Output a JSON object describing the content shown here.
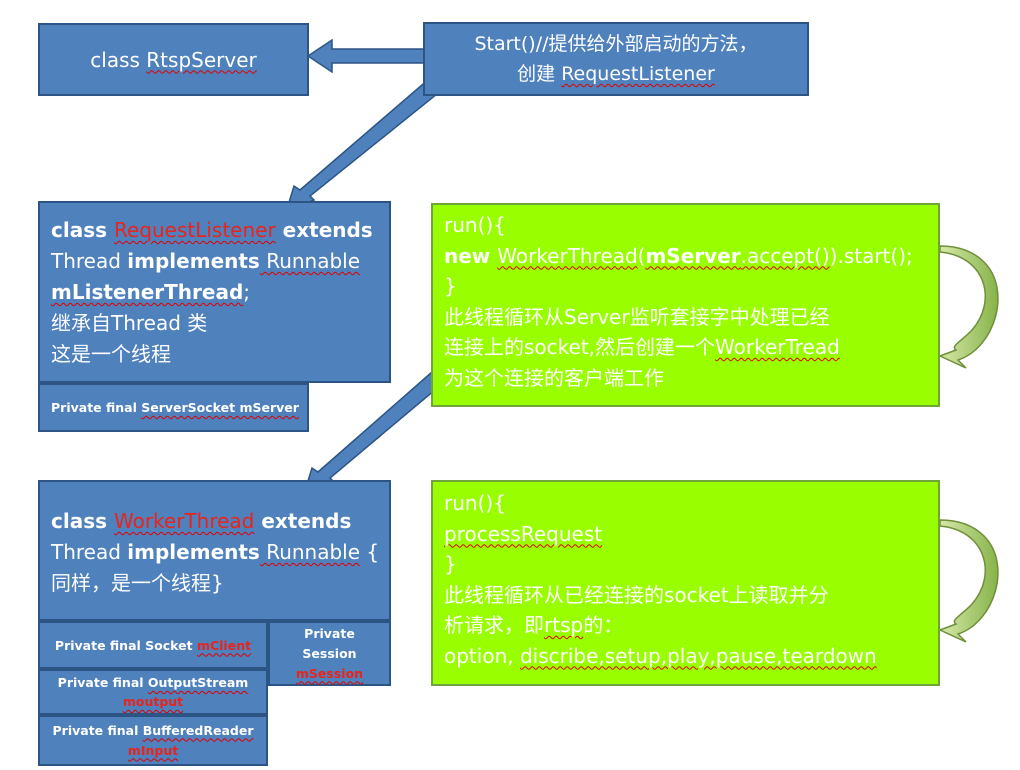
{
  "rtsp_server": {
    "prefix": "class ",
    "name": "RtspServer"
  },
  "start_note": {
    "line1": "Start()//提供给外部启动的方法，",
    "line2_prefix": "创建 ",
    "line2_link": "RequestListener"
  },
  "request_listener": {
    "kw_class": "class ",
    "name": "RequestListener",
    "kw_extends": " extends",
    "thread": "Thread ",
    "kw_implements": "implements",
    "runnable": " Runnable",
    "field": "mListenerThread",
    "semicolon": ";",
    "line4": "继承自Thread 类",
    "line5": "这是一个线程"
  },
  "server_socket_field": {
    "prefix": "Private final ",
    "type_name": "ServerSocket mServer"
  },
  "listener_run": {
    "line1": "run(){",
    "kw_new": "new ",
    "worker_thread": "WorkerThread",
    "paren_open": "(",
    "m_server": "mServer",
    "accept_rest": ".accept()",
    "start_rest": ").start();",
    "line3": "}",
    "line4": "此线程循环从Server监听套接字中处理已经",
    "line5_prefix": "连接上的socket,然后创建一个",
    "line5_link": "WorkerTread",
    "line6": "为这个连接的客户端工作"
  },
  "worker_thread": {
    "kw_class": "class ",
    "name": "WorkerThread",
    "kw_extends": " extends",
    "thread": "Thread ",
    "kw_implements": "implements",
    "runnable": " Runnable",
    "brace": " {",
    "line3": "同样，是一个线程}"
  },
  "client_field": {
    "prefix": "Private final  Socket ",
    "name": "mClient"
  },
  "session_field": {
    "line1": "Private",
    "line2": "Session",
    "name": "mSession"
  },
  "output_field": {
    "prefix": "Private final  ",
    "type_name": "OutputStream",
    "name": "moutput"
  },
  "input_field": {
    "prefix": "Private final  ",
    "type_name": "BufferedReader",
    "name": "mInput"
  },
  "worker_run": {
    "line1": "run(){",
    "line2": "processRequest",
    "line3": "}",
    "line4": "此线程循环从已经连接的socket上读取并分",
    "line5_prefix": "析请求，即",
    "line5_link": "rtsp",
    "line5_suffix": "的：",
    "line6_prefix": "option, ",
    "line6_link": "discribe,setup,play,pause,teardown"
  },
  "colors": {
    "box_blue": "#4f81bd",
    "box_border": "#2c5485",
    "box_green": "#99ff00",
    "arrow_green": "#9bbb59",
    "highlight_red": "#e8241c"
  }
}
